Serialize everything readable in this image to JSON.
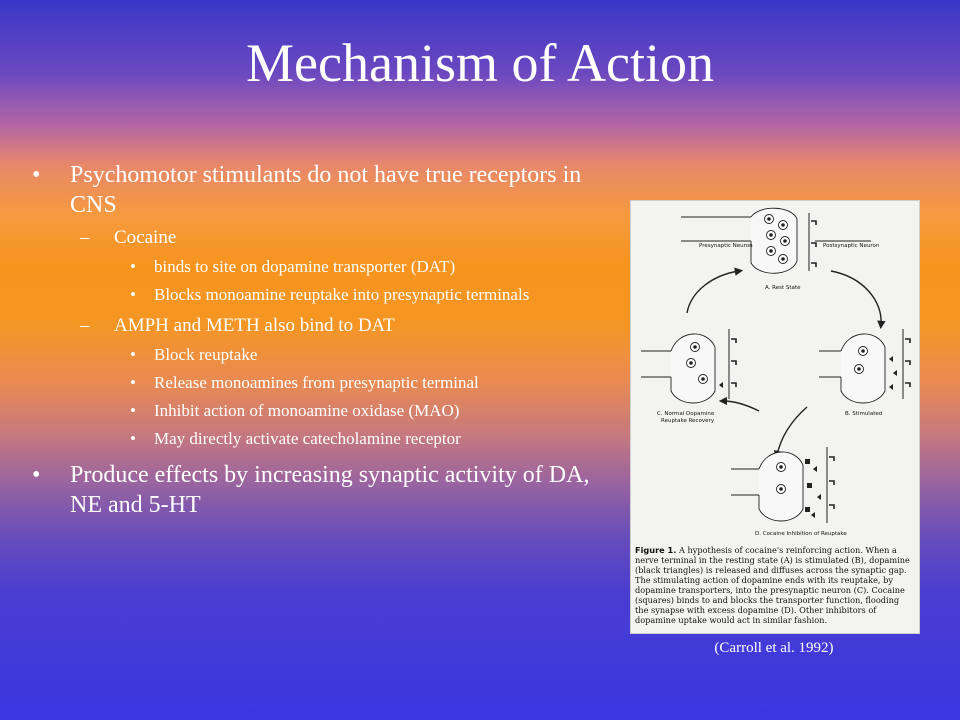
{
  "slide": {
    "title": "Mechanism of Action",
    "bullets": {
      "b1": {
        "text": "Psychomotor  stimulants  do not have true receptors in CNS",
        "cocaine": {
          "label": "Cocaine",
          "items": [
            "binds to site on dopamine transporter (DAT)",
            "Blocks monoamine reuptake into presynaptic terminals"
          ]
        },
        "amph": {
          "label": "AMPH and METH also bind to DAT",
          "items": [
            "Block reuptake",
            "Release monoamines from presynaptic terminal",
            "Inhibit action of monoamine oxidase (MAO)",
            "May directly activate catecholamine receptor"
          ]
        }
      },
      "b2": {
        "text": "Produce effects by increasing synaptic activity of DA, NE and 5-HT"
      }
    },
    "bullet_symbol": "•",
    "dash_symbol": "–"
  },
  "figure": {
    "labels": {
      "presynaptic": "Presynaptic Neuron",
      "postsynaptic": "Postsynaptic Neuron",
      "rest": "A. Rest State",
      "stimulated": "B. Stimulated",
      "normal_line1": "C. Normal Dopamine",
      "normal_line2": "Reuptake Recovery",
      "cocaine": "D. Cocaine Inhibition of Reuptake"
    },
    "caption_title": "Figure 1.",
    "caption_text": "A hypothesis of cocaine's reinforcing action. When a nerve terminal in the resting state (A) is stimulated (B), dopamine (black triangles) is released and diffuses across the synaptic gap. The stimulating action of dopamine ends with its reuptake, by dopamine transporters, into the presynaptic neuron (C). Cocaine (squares) binds to and blocks the transporter function, flooding the synapse with excess dopamine (D). Other inhibitors of dopamine uptake would act in similar fashion.",
    "credit": "(Carroll et al. 1992)"
  }
}
